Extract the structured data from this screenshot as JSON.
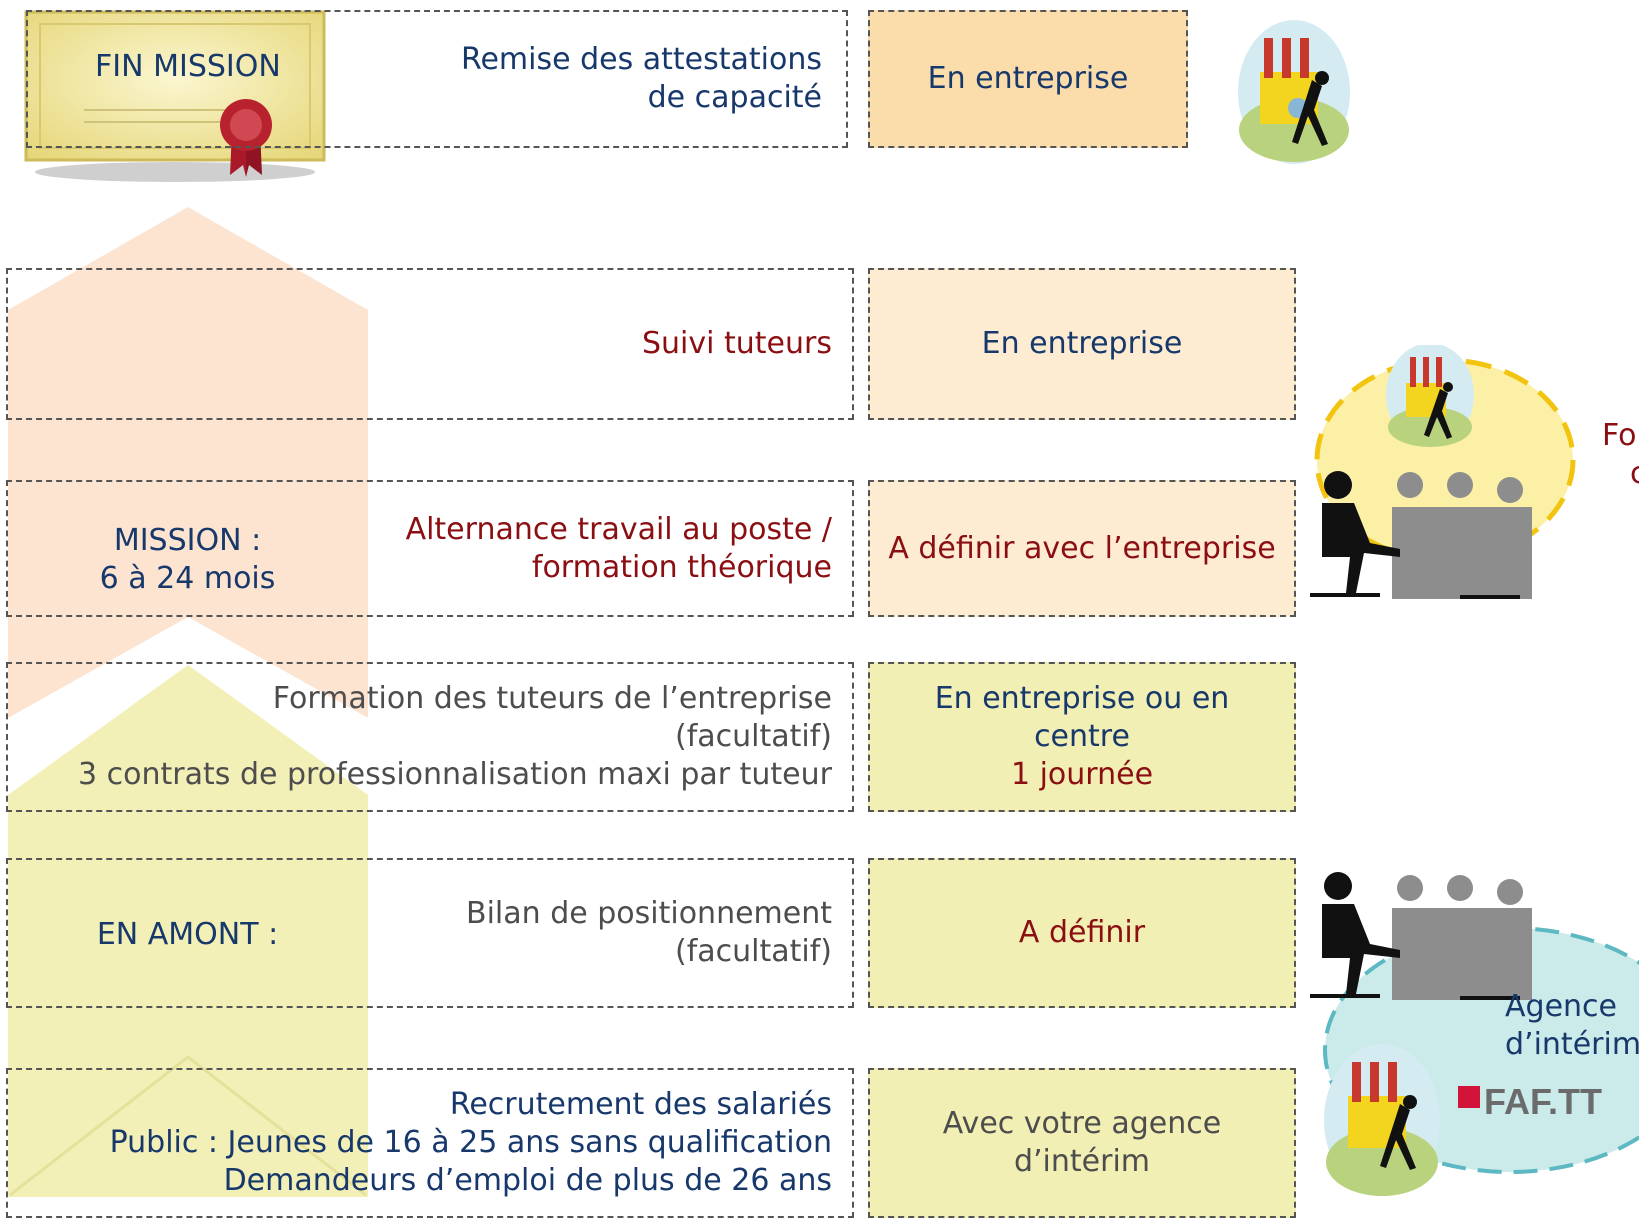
{
  "fin_mission": {
    "badge_label": "FIN MISSION",
    "action_lines": [
      "Remise des attestations",
      "de capacité"
    ],
    "location": "En entreprise"
  },
  "mission_phase": {
    "label_lines": [
      "MISSION :",
      "6 à 24 mois"
    ],
    "rows": [
      {
        "action_lines": [
          "Suivi tuteurs"
        ],
        "location_lines": [
          "En entreprise"
        ]
      },
      {
        "action_lines": [
          "Alternance travail au poste /",
          "formation théorique"
        ],
        "location_lines": [
          "A définir avec l’entreprise"
        ]
      },
      {
        "action_lines": [
          "Formation des tuteurs de l’entreprise",
          "(facultatif)",
          "3 contrats de professionnalisation maxi par tuteur"
        ],
        "location_lines": [
          "En entreprise ou en",
          "centre",
          "1 journée"
        ]
      }
    ]
  },
  "amont_phase": {
    "label": "EN AMONT :",
    "rows": [
      {
        "action_lines": [
          "Bilan de positionnement",
          "(facultatif)"
        ],
        "location_lines": [
          "A définir"
        ]
      },
      {
        "action_title": "Recrutement des salariés",
        "action_lines": [
          "Public : Jeunes de 16 à 25 ans sans qualification",
          "Demandeurs d’emploi de plus de 26 ans"
        ],
        "location_lines": [
          "Avec votre agence",
          "d’intérim"
        ]
      }
    ]
  },
  "side": {
    "formation_fragment_lines": [
      "Fo",
      "c"
    ],
    "agency_lines": [
      "Agence",
      "d’intérim"
    ],
    "faftt_logo_text": "FAF.TT"
  },
  "colors": {
    "navy": "#17386b",
    "dark_red": "#8b0f12",
    "grey_text": "#4d4d4d",
    "cream": "#fdecd2",
    "orange_cream": "#fbdcab",
    "pale_yellow": "#f2efb4",
    "agency_blue": "#cbeaea",
    "meeting_yellow": "#fbf0a5"
  }
}
